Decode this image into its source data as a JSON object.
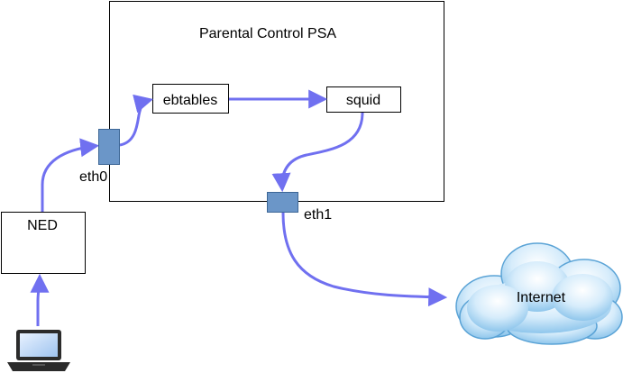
{
  "psa": {
    "title": "Parental Control PSA"
  },
  "components": {
    "ebtables": "ebtables",
    "squid": "squid",
    "ned": "NED",
    "internet": "Internet"
  },
  "interfaces": {
    "eth0": "eth0",
    "eth1": "eth1"
  },
  "colors": {
    "arrow": "#7070f0",
    "interface_fill": "#6b96c8",
    "interface_stroke": "#3d6796",
    "box_stroke": "#000000"
  }
}
